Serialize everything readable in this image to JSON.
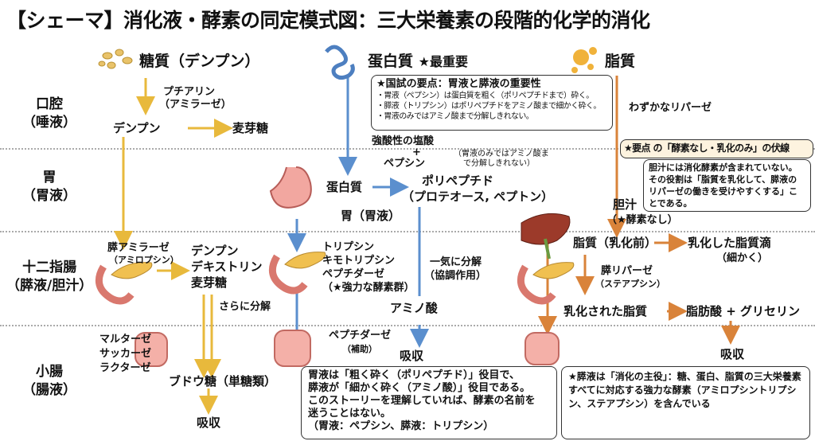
{
  "title": "【シェーマ】消化液・酵素の同定模式図：三大栄養素の段階的化学的消化",
  "colors": {
    "carb": "#e8b93c",
    "protein": "#5b8fce",
    "fat": "#d9833a"
  },
  "rows": {
    "mouth": [
      "口腔",
      "（唾液）"
    ],
    "stomach": [
      "胃",
      "（胃液）"
    ],
    "duodenum": [
      "十二指腸",
      "（膵液/胆汁）"
    ],
    "intestine": [
      "小腸",
      "（腸液）"
    ]
  },
  "carb": {
    "header": "糖質（デンプン）",
    "ptyalin": "プチアリン",
    "amylase": "（アミラーゼ）",
    "starch": "デンプン",
    "maltose": "麦芽糖",
    "pancreatic_amylase": "膵アミラーゼ",
    "amylopsin": "（アミロプシン）",
    "products": [
      "デンプン",
      "デキストリン",
      "麦芽糖"
    ],
    "further": "さらに分解",
    "enzymes": [
      "マルターゼ",
      "サッカーゼ",
      "ラクターゼ"
    ],
    "glucose": "ブドウ糖（単糖類）",
    "absorb": "吸収"
  },
  "protein": {
    "header": "蛋白質",
    "star": "★最重要",
    "info_title": "★国試の要点：胃液と膵液の重要性",
    "info_lines": [
      "・胃液（ペプシン）は蛋白質を粗く（ポリペプチドまで）砕く。",
      "・膵液（トリプシン）はポリペプチドをアミノ酸まで細かく砕く。",
      "・胃液のみではアミノ酸まで分解しきれない。"
    ],
    "hcl": "強酸性の塩酸",
    "plus": "+",
    "pepsin": "ペプシン",
    "note": [
      "（胃液のみではアミノ酸ま",
      "で分解しきれない）"
    ],
    "protein": "蛋白質",
    "polypeptide": "ポリペプチド",
    "proteose": "（プロテオース, ペプトン）",
    "stomach_label": "胃（胃液）",
    "enzymes": [
      "トリプシン",
      "キモトリプシン",
      "ペプチダーゼ",
      "（★強力な酵素群）"
    ],
    "at_once": "一気に分解",
    "coop": "（協調作用）",
    "amino": "アミノ酸",
    "peptidase": "ペプチダーゼ",
    "assist": "（補助）",
    "absorb": "吸収",
    "bottom_box": [
      "胃液は「粗く砕く（ポリペプチド）」役目で、",
      "膵液が「細かく砕く（アミノ酸）」役目である。",
      "このストーリーを理解していれば、酵素の名前を",
      "迷うことはない。",
      "（胃液：ペプシン、膵液：トリプシン）"
    ]
  },
  "fat": {
    "header": "脂質",
    "lipase_small": "わずかなリパーゼ",
    "key_title": "★要点 の「酵素なし・乳化のみ」の伏線",
    "key_body": "胆汁には消化酵素が含まれていない。その役割は「脂質を乳化して、膵液のリパーゼの働きを受けやすくする」ことである。",
    "bile": "胆汁",
    "no_enzyme": "（★酵素なし）",
    "pre": "脂質（乳化前）",
    "droplet": "乳化した脂質滴",
    "fine": "（細かく）",
    "lipase": "膵リパーゼ",
    "steapsin": "（ステアプシン）",
    "emulsified": "乳化された脂質",
    "result": "脂肪酸 + グリセリン",
    "absorb": "吸収",
    "bottom_box": "★膵液は「消化の主役」：糖、蛋白、脂質の三大栄養素すべてに対応する強力な酵素（アミロプシントリプシン、ステアプシン）を含んでいる"
  }
}
